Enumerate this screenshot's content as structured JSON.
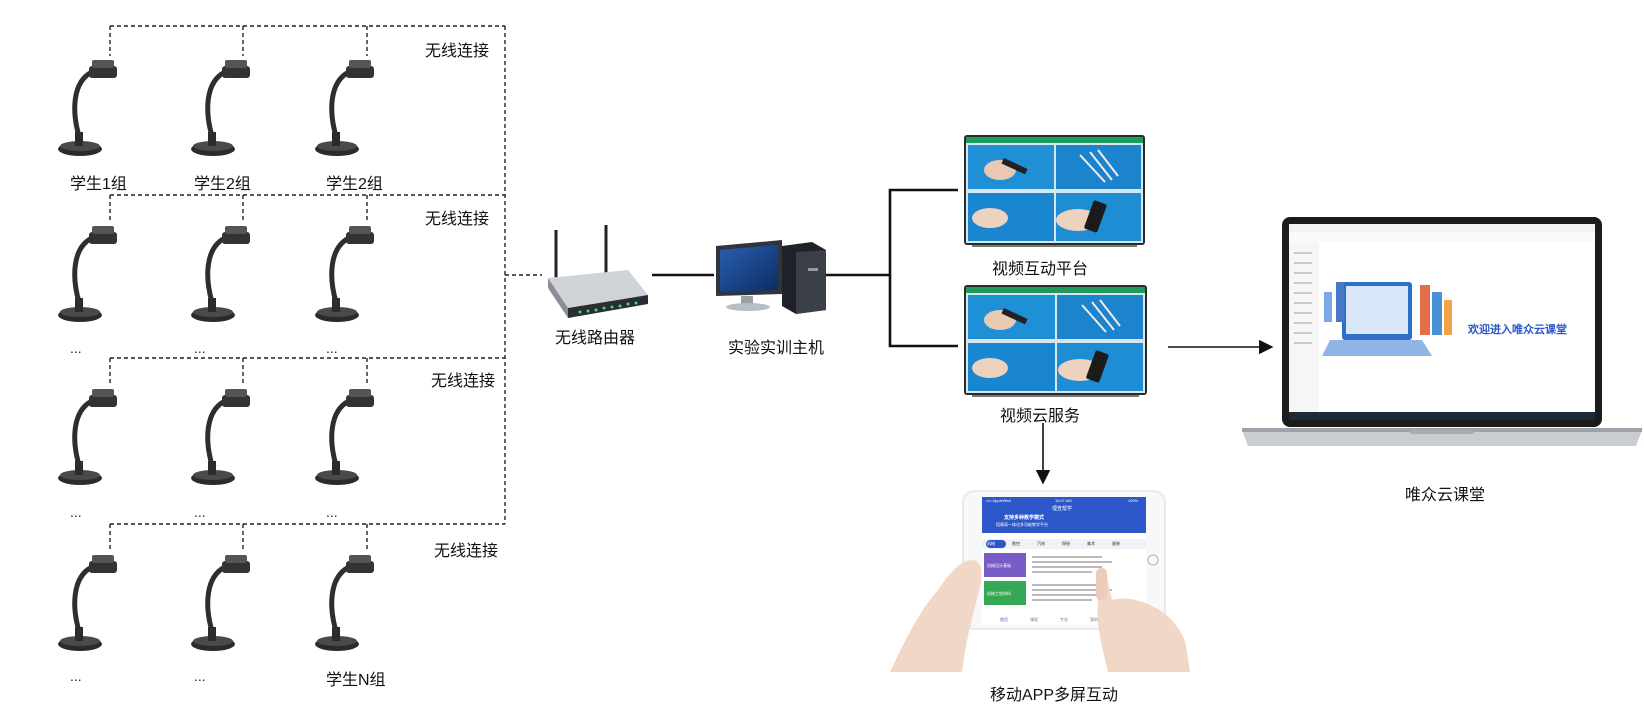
{
  "labels": {
    "wireless_1": "无线连接",
    "wireless_2": "无线连接",
    "wireless_3": "无线连接",
    "wireless_4": "无线连接",
    "group_1": "学生1组",
    "group_2a": "学生2组",
    "group_2b": "学生2组",
    "group_n": "学生N组",
    "ellipsis": "...",
    "router": "无线路由器",
    "host": "实验实训主机",
    "video_platform": "视频互动平台",
    "video_cloud": "视频云服务",
    "cloud_classroom": "唯众云课堂",
    "mobile_app": "移动APP多屏互动",
    "laptop_banner": "欢迎进入唯众云课堂"
  },
  "tablet": {
    "status_left": "•••• AppleWeb",
    "status_time": "11:07 AM",
    "status_right": "100%",
    "app_title": "理查帮学",
    "banner_line1": "支持多种教学模式",
    "banner_line2": "搭建高一体化多功能教学平台",
    "tabs": [
      "机械",
      "数控",
      "汽修",
      "焊接",
      "美术",
      "服装"
    ],
    "course_1": "机械设计基础",
    "course_2": "机械工程材料",
    "nav": [
      "首页",
      "课程",
      "专业",
      "我的"
    ]
  },
  "colors": {
    "accent_blue": "#2b57c9",
    "screen_blue": "#1f8fd6",
    "green_bar": "#22a75e",
    "purple": "#7a5cc8",
    "green_card": "#35a853"
  }
}
